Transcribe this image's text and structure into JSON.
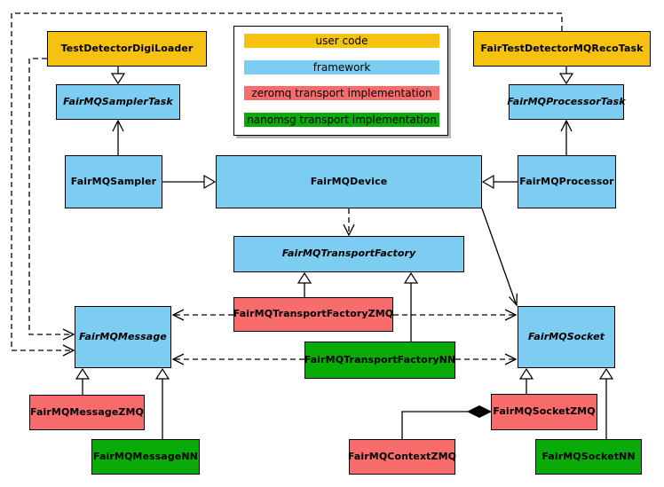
{
  "diagram": {
    "kind": "uml-class-diagram",
    "colors": {
      "user_code": "#F5C211",
      "framework": "#7CCDF1",
      "zeromq": "#F96C6C",
      "nanomsg": "#09AB09",
      "line": "#000000"
    },
    "legend": {
      "items": [
        {
          "label": "user code",
          "color": "#F5C211"
        },
        {
          "label": "framework",
          "color": "#7CCDF1"
        },
        {
          "label": "zeromq transport implementation",
          "color": "#F96C6C"
        },
        {
          "label": "nanomsg transport implementation",
          "color": "#09AB09"
        }
      ]
    },
    "nodes": [
      {
        "id": "TestDetectorDigiLoader",
        "label": "TestDetectorDigiLoader",
        "category": "user code",
        "abstract": false
      },
      {
        "id": "FairTestDetectorMQRecoTask",
        "label": "FairTestDetectorMQRecoTask",
        "category": "user code",
        "abstract": false
      },
      {
        "id": "FairMQSamplerTask",
        "label": "FairMQSamplerTask",
        "category": "framework",
        "abstract": true
      },
      {
        "id": "FairMQProcessorTask",
        "label": "FairMQProcessorTask",
        "category": "framework",
        "abstract": true
      },
      {
        "id": "FairMQSampler",
        "label": "FairMQSampler",
        "category": "framework",
        "abstract": false
      },
      {
        "id": "FairMQDevice",
        "label": "FairMQDevice",
        "category": "framework",
        "abstract": false
      },
      {
        "id": "FairMQProcessor",
        "label": "FairMQProcessor",
        "category": "framework",
        "abstract": false
      },
      {
        "id": "FairMQTransportFactory",
        "label": "FairMQTransportFactory",
        "category": "framework",
        "abstract": true
      },
      {
        "id": "FairMQTransportFactoryZMQ",
        "label": "FairMQTransportFactoryZMQ",
        "category": "zeromq",
        "abstract": false
      },
      {
        "id": "FairMQTransportFactoryNN",
        "label": "FairMQTransportFactoryNN",
        "category": "nanomsg",
        "abstract": false
      },
      {
        "id": "FairMQMessage",
        "label": "FairMQMessage",
        "category": "framework",
        "abstract": true
      },
      {
        "id": "FairMQSocket",
        "label": "FairMQSocket",
        "category": "framework",
        "abstract": true
      },
      {
        "id": "FairMQMessageZMQ",
        "label": "FairMQMessageZMQ",
        "category": "zeromq",
        "abstract": false
      },
      {
        "id": "FairMQMessageNN",
        "label": "FairMQMessageNN",
        "category": "nanomsg",
        "abstract": false
      },
      {
        "id": "FairMQContextZMQ",
        "label": "FairMQContextZMQ",
        "category": "zeromq",
        "abstract": false
      },
      {
        "id": "FairMQSocketZMQ",
        "label": "FairMQSocketZMQ",
        "category": "zeromq",
        "abstract": false
      },
      {
        "id": "FairMQSocketNN",
        "label": "FairMQSocketNN",
        "category": "nanomsg",
        "abstract": false
      }
    ],
    "edges": [
      {
        "from": "TestDetectorDigiLoader",
        "to": "FairMQSamplerTask",
        "relation": "generalization",
        "line": "solid"
      },
      {
        "from": "FairTestDetectorMQRecoTask",
        "to": "FairMQProcessorTask",
        "relation": "generalization",
        "line": "solid"
      },
      {
        "from": "FairMQSampler",
        "to": "FairMQDevice",
        "relation": "generalization",
        "line": "solid"
      },
      {
        "from": "FairMQProcessor",
        "to": "FairMQDevice",
        "relation": "generalization",
        "line": "solid"
      },
      {
        "from": "FairMQSampler",
        "to": "FairMQSamplerTask",
        "relation": "association",
        "line": "solid"
      },
      {
        "from": "FairMQProcessor",
        "to": "FairMQProcessorTask",
        "relation": "association",
        "line": "solid"
      },
      {
        "from": "FairMQDevice",
        "to": "FairMQTransportFactory",
        "relation": "dependency",
        "line": "dashed"
      },
      {
        "from": "FairMQDevice",
        "to": "FairMQSocket",
        "relation": "association",
        "line": "solid"
      },
      {
        "from": "FairMQTransportFactoryZMQ",
        "to": "FairMQTransportFactory",
        "relation": "generalization",
        "line": "solid"
      },
      {
        "from": "FairMQTransportFactoryNN",
        "to": "FairMQTransportFactory",
        "relation": "generalization",
        "line": "solid"
      },
      {
        "from": "FairMQTransportFactoryZMQ",
        "to": "FairMQMessage",
        "relation": "dependency",
        "line": "dashed"
      },
      {
        "from": "FairMQTransportFactoryZMQ",
        "to": "FairMQSocket",
        "relation": "dependency",
        "line": "dashed"
      },
      {
        "from": "FairMQTransportFactoryNN",
        "to": "FairMQMessage",
        "relation": "dependency",
        "line": "dashed"
      },
      {
        "from": "FairMQTransportFactoryNN",
        "to": "FairMQSocket",
        "relation": "dependency",
        "line": "dashed"
      },
      {
        "from": "TestDetectorDigiLoader",
        "to": "FairMQMessage",
        "relation": "dependency",
        "line": "dashed"
      },
      {
        "from": "FairTestDetectorMQRecoTask",
        "to": "FairMQMessage",
        "relation": "dependency",
        "line": "dashed"
      },
      {
        "from": "FairMQMessageZMQ",
        "to": "FairMQMessage",
        "relation": "generalization",
        "line": "solid"
      },
      {
        "from": "FairMQMessageNN",
        "to": "FairMQMessage",
        "relation": "generalization",
        "line": "solid"
      },
      {
        "from": "FairMQSocketZMQ",
        "to": "FairMQSocket",
        "relation": "generalization",
        "line": "solid"
      },
      {
        "from": "FairMQSocketNN",
        "to": "FairMQSocket",
        "relation": "generalization",
        "line": "solid"
      },
      {
        "from": "FairMQContextZMQ",
        "to": "FairMQSocketZMQ",
        "relation": "composition",
        "line": "solid"
      }
    ]
  }
}
